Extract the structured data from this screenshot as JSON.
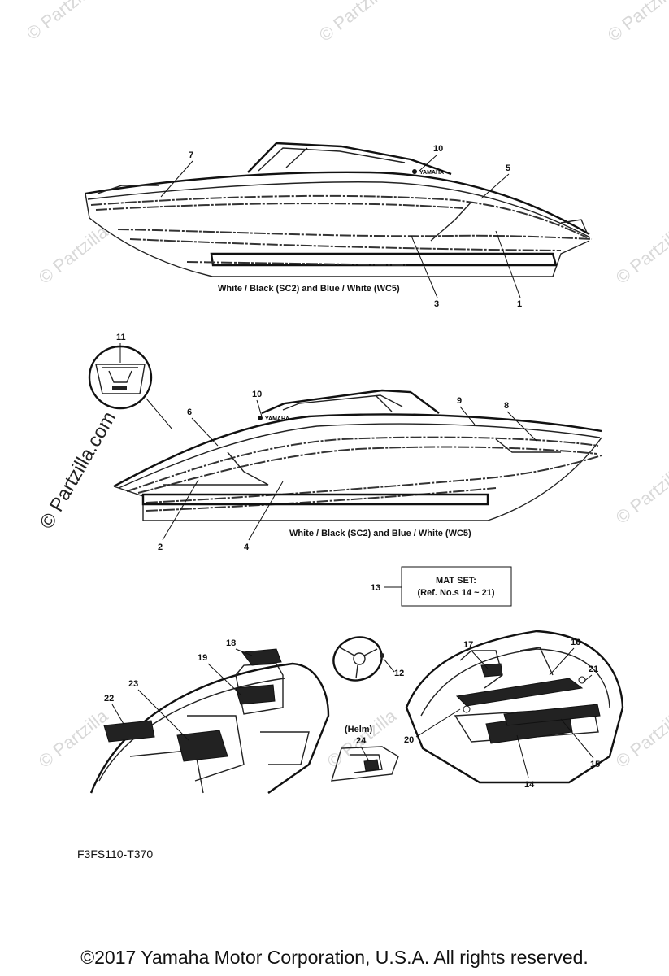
{
  "top_caption": "White / Black (SC2) and Blue / White (WC5)",
  "middle_caption": "White / Black (SC2) and Blue / White (WC5)",
  "mat_set": {
    "ref_number": "13",
    "title": "MAT SET:",
    "refs": "(Ref. No.s 14 ~ 21)"
  },
  "helm_label": "(Helm)",
  "callouts": {
    "c1": "1",
    "c2": "2",
    "c3": "3",
    "c4": "4",
    "c5": "5",
    "c6": "6",
    "c7": "7",
    "c8": "8",
    "c9": "9",
    "c10a": "10",
    "c10b": "10",
    "c11": "11",
    "c12": "12",
    "c14": "14",
    "c15": "15",
    "c16": "16",
    "c17": "17",
    "c18": "18",
    "c19": "19",
    "c20": "20",
    "c21": "21",
    "c22": "22",
    "c23": "23",
    "c24": "24"
  },
  "logo_text": "YAMAHA",
  "watermark": "© Partzilla.com",
  "watermark_faint": "© Partzilla",
  "diagram_code": "F3FS110-T370",
  "copyright": "©2017  Yamaha Motor Corporation, U.S.A. All rights reserved."
}
